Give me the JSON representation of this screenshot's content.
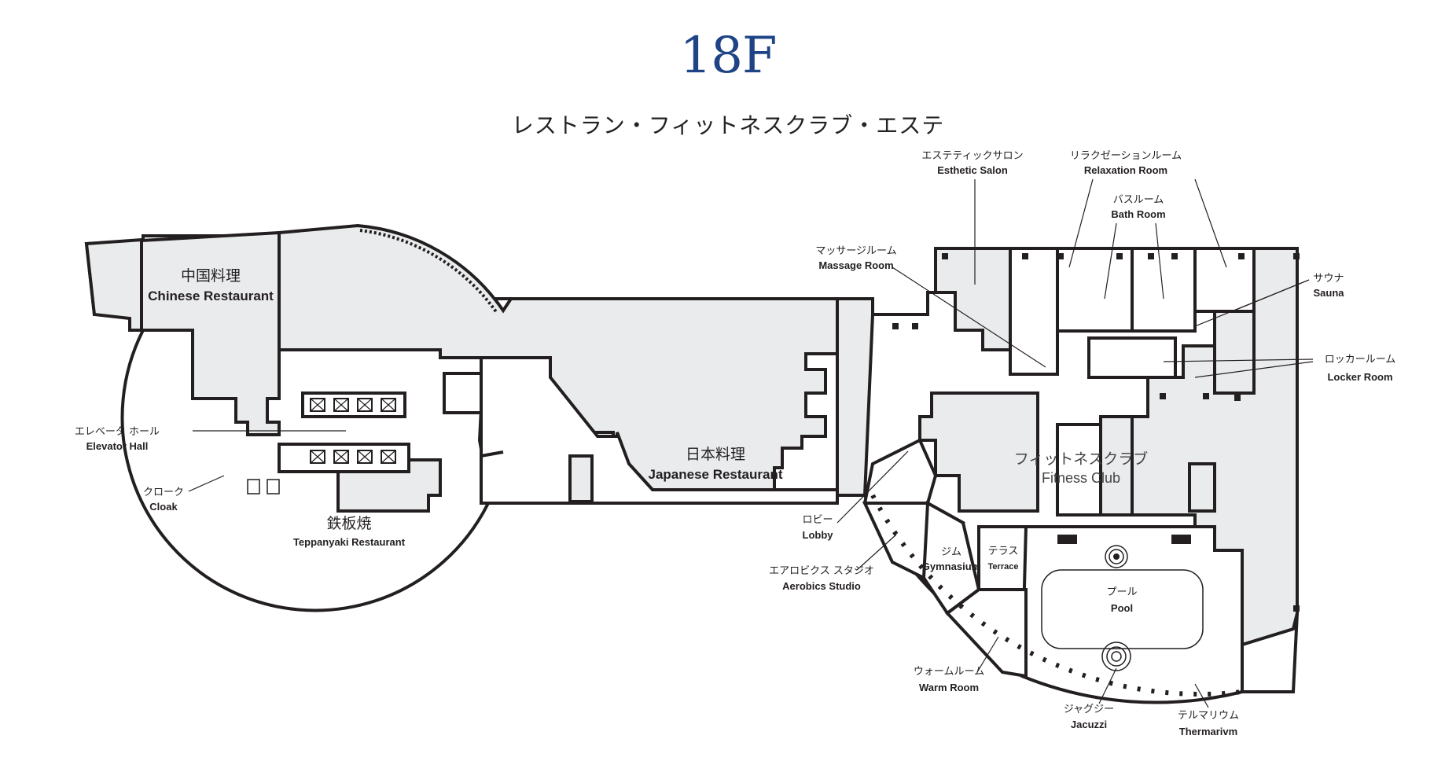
{
  "floor": {
    "title": "18F",
    "subtitle": "レストラン・フィットネスクラブ・エステ"
  },
  "rooms": {
    "chinese": {
      "jp": "中国料理",
      "en": "Chinese Restaurant"
    },
    "japanese": {
      "jp": "日本料理",
      "en": "Japanese Restaurant"
    },
    "teppanyaki": {
      "jp": "鉄板焼",
      "en": "Teppanyaki Restaurant"
    },
    "elevator_hall": {
      "jp": "エレベータ ホール",
      "en": "Elevator Hall"
    },
    "cloak": {
      "jp": "クローク",
      "en": "Cloak"
    },
    "esthetic": {
      "jp": "エステティックサロン",
      "en": "Esthetic Salon"
    },
    "relaxation": {
      "jp": "リラクゼーションルーム",
      "en": "Relaxation Room"
    },
    "bath": {
      "jp": "バスルーム",
      "en": "Bath Room"
    },
    "massage": {
      "jp": "マッサージルーム",
      "en": "Massage Room"
    },
    "sauna": {
      "jp": "サウナ",
      "en": "Sauna"
    },
    "locker": {
      "jp": "ロッカールーム",
      "en": "Locker Room"
    },
    "fitness": {
      "jp": "フィットネスクラブ",
      "en": "Fitness Club"
    },
    "lobby": {
      "jp": "ロビー",
      "en": "Lobby"
    },
    "aerobics": {
      "jp": "エアロビクス スタジオ",
      "en": "Aerobics Studio"
    },
    "gym": {
      "jp": "ジム",
      "en": "Gymnasium"
    },
    "terrace": {
      "jp": "テラス",
      "en": "Terrace"
    },
    "pool": {
      "jp": "プール",
      "en": "Pool"
    },
    "warm": {
      "jp": "ウォームルーム",
      "en": "Warm Room"
    },
    "jacuzzi": {
      "jp": "ジャグジー",
      "en": "Jacuzzi"
    },
    "thermarium": {
      "jp": "テルマリウム",
      "en": "Thermarivm"
    }
  },
  "colors": {
    "title": "#1e4486",
    "room_fill": "#e9ebed",
    "wall": "#231f20"
  },
  "icons": [
    "elevator-icon",
    "restroom-icon",
    "stairs-icon",
    "jacuzzi-icon"
  ]
}
